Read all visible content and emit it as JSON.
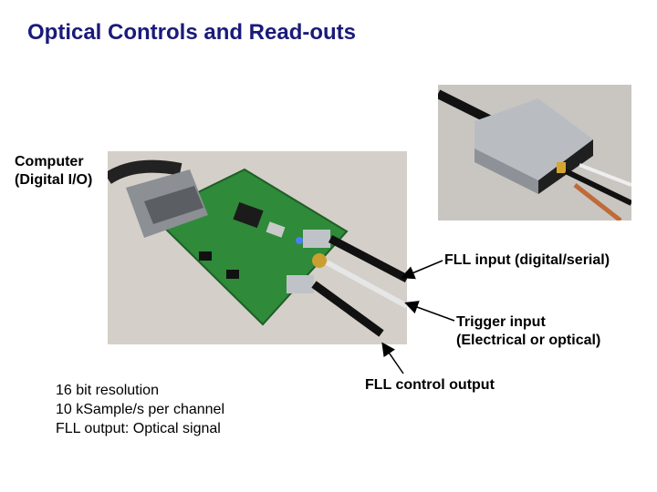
{
  "slide": {
    "title": "Optical Controls and Read-outs"
  },
  "labels": {
    "computer_line1": "Computer",
    "computer_line2": "(Digital I/O)",
    "fll_input": "FLL input (digital/serial)",
    "trigger_line1": "Trigger input",
    "trigger_line2": "(Electrical or optical)",
    "fll_control": "FLL control output"
  },
  "specs": [
    "16 bit resolution",
    "10 kSample/s per channel",
    "FLL output: Optical signal"
  ]
}
